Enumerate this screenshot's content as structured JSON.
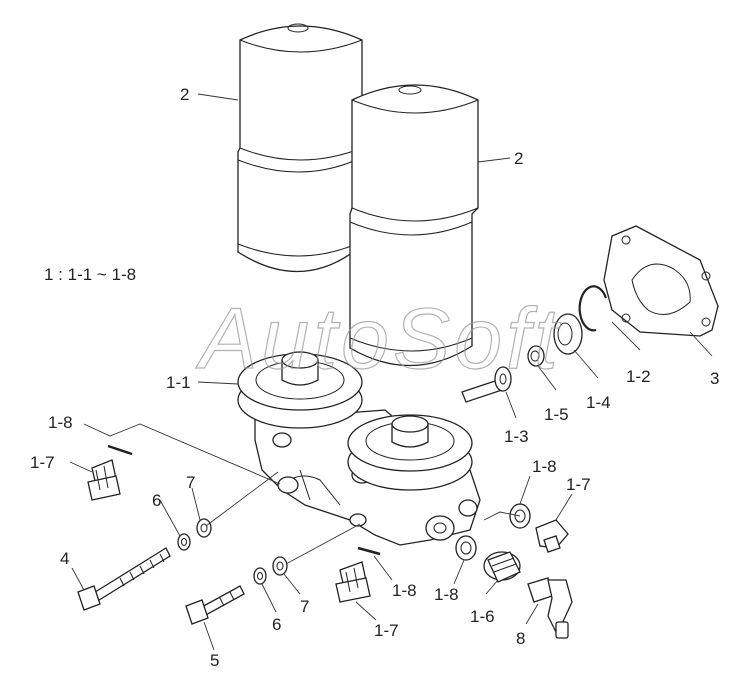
{
  "diagram": {
    "legend": "1 : 1-1 ~ 1-8",
    "watermark": "AutoSoft",
    "labels": {
      "filter_left": "2",
      "filter_right": "2",
      "head_left": "1-1",
      "snap_ring": "1-2",
      "center_bolt": "1-3",
      "seal_ring": "1-4",
      "o_ring": "1-5",
      "pin_left_top": "1-8",
      "plug_left": "1-7",
      "gasket": "3",
      "pin_right_top": "1-8",
      "plug_right": "1-7",
      "pin_bottom_mid": "1-8",
      "pin_bottom_right": "1-8",
      "sender_valve": "1-6",
      "plug_bottom": "1-7",
      "switch": "8",
      "washer_upper_a": "6",
      "washer_upper_b": "7",
      "washer_lower_a": "6",
      "washer_lower_b": "7",
      "long_bolt": "4",
      "short_bolt": "5"
    }
  }
}
